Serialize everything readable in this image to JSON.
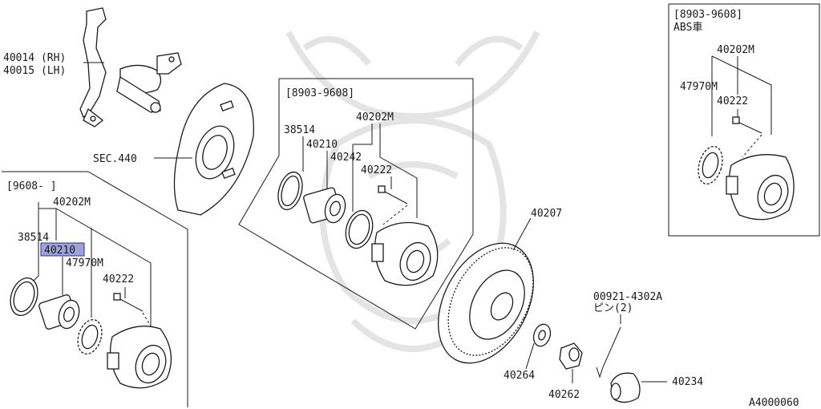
{
  "diagram_id": "A4000060",
  "boxes": {
    "left_box_label": "[9608-      ]",
    "middle_box_label": "[8903-9608]",
    "abs_box_label_1": "[8903-9608]",
    "abs_box_label_2": "ABS車"
  },
  "labels": {
    "knuckle_rh": "40014 (RH)",
    "knuckle_lh": "40015 (LH)",
    "sec": "SEC.440",
    "left_hub": "40202M",
    "left_snap_ring": "38514",
    "left_bearing_highlighted": "40210",
    "left_sensor_ring": "47970M",
    "left_bolt": "40222",
    "mid_snap_ring": "38514",
    "mid_hub": "40202M",
    "mid_bearing": "40210",
    "mid_seal": "40242",
    "mid_bolt": "40222",
    "rotor": "40207",
    "washer": "40264",
    "nut": "40262",
    "cotter_pin": "00921-4302A",
    "cotter_pin_qty": "ピン(2)",
    "cap": "40234",
    "abs_hub": "40202M",
    "abs_sensor_ring": "47970M",
    "abs_bolt": "40222"
  },
  "colors": {
    "highlight": "#9aa3dc",
    "line": "#1a1a1a",
    "watermark": "#e2e2e2"
  }
}
